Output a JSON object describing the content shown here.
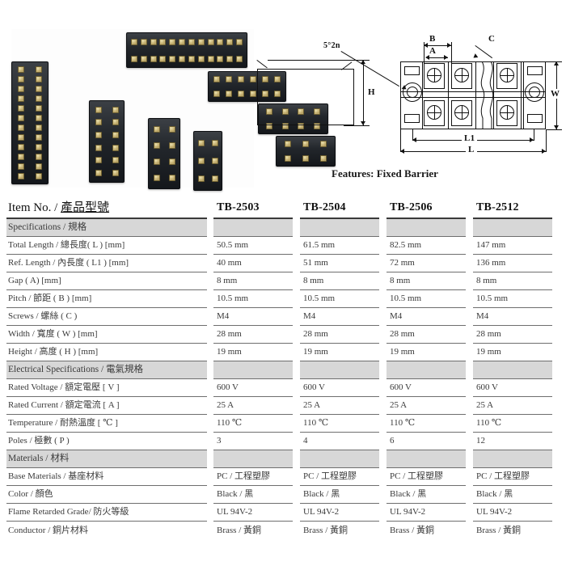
{
  "product_photo": {
    "alt": "terminal-block-product-group-photo",
    "blocks": [
      {
        "id": "tb-12p-horizontal",
        "poles": 12
      },
      {
        "id": "tb-6p-horizontal",
        "poles": 6
      },
      {
        "id": "tb-4p-horizontal",
        "poles": 4
      },
      {
        "id": "tb-3p-horizontal",
        "poles": 3
      },
      {
        "id": "tb-12p-vertical",
        "poles": 12
      },
      {
        "id": "tb-6p-vertical",
        "poles": 6
      },
      {
        "id": "tb-4p-vertical",
        "poles": 4
      },
      {
        "id": "tb-3p-vertical",
        "poles": 3
      }
    ]
  },
  "tech_drawing": {
    "side_view_label_h": "H",
    "top_view_labels": {
      "angle_note": "5°2n",
      "pitch_b": "B",
      "gap_a": "A",
      "screw_c": "C",
      "width_w": "W",
      "ref_length_l1": "L1",
      "total_length_l": "L"
    }
  },
  "features_caption": "Features: Fixed Barrier",
  "table": {
    "header": {
      "label_en": "Item No. /",
      "label_cn": "產品型號",
      "models": [
        "TB-2503",
        "TB-2504",
        "TB-2506",
        "TB-2512"
      ]
    },
    "rows": [
      {
        "type": "section",
        "label": "Specifications /  規格",
        "values": [
          "",
          "",
          "",
          ""
        ]
      },
      {
        "type": "data",
        "label": "Total Length /  總長度( L ) [mm]",
        "values": [
          "50.5 mm",
          "61.5 mm",
          "82.5 mm",
          "147 mm"
        ]
      },
      {
        "type": "data",
        "label": "Ref. Length /  內長度  ( L1 ) [mm]",
        "values": [
          "40 mm",
          "51 mm",
          "72 mm",
          "136 mm"
        ]
      },
      {
        "type": "data",
        "label": "Gap ( A) [mm]",
        "values": [
          "8 mm",
          "8 mm",
          "8 mm",
          "8 mm"
        ]
      },
      {
        "type": "data",
        "label": "Pitch /  節距  ( B ) [mm]",
        "values": [
          "10.5 mm",
          "10.5 mm",
          "10.5 mm",
          "10.5 mm"
        ]
      },
      {
        "type": "data",
        "label": "Screws /  螺絲  ( C )",
        "values": [
          "M4",
          "M4",
          "M4",
          "M4"
        ]
      },
      {
        "type": "data",
        "label": "Width /  寬度  ( W ) [mm]",
        "values": [
          "28 mm",
          "28 mm",
          "28 mm",
          "28 mm"
        ]
      },
      {
        "type": "data",
        "label": "Height /  高度  ( H ) [mm]",
        "values": [
          "19 mm",
          "19 mm",
          "19 mm",
          "19 mm"
        ]
      },
      {
        "type": "section",
        "label": "Electrical Specifications /  電氣規格",
        "values": [
          "",
          "",
          "",
          ""
        ]
      },
      {
        "type": "data",
        "label": "Rated Voltage /  額定電壓  [ V ]",
        "values": [
          "600 V",
          "600 V",
          "600 V",
          "600 V"
        ]
      },
      {
        "type": "data",
        "label": "Rated Current /  額定電流  [ A ]",
        "values": [
          "25 A",
          "25 A",
          "25 A",
          "25 A"
        ]
      },
      {
        "type": "data",
        "label": "Temperature /  耐熱溫度  [ ℃  ]",
        "values": [
          "110  ℃",
          "110  ℃",
          "110  ℃",
          "110  ℃"
        ]
      },
      {
        "type": "data",
        "label": "Poles /  極數  ( P )",
        "values": [
          "3",
          "4",
          "6",
          "12"
        ]
      },
      {
        "type": "section",
        "label": "Materials /  材料",
        "values": [
          "",
          "",
          "",
          ""
        ]
      },
      {
        "type": "data",
        "label": "Base Materials /  基座材料",
        "values": [
          "PC /  工程塑膠",
          "PC /  工程塑膠",
          "PC /  工程塑膠",
          "PC /  工程塑膠"
        ]
      },
      {
        "type": "data",
        "label": "Color /  顏色",
        "values": [
          "Black /  黑",
          "Black /  黑",
          "Black /  黑",
          "Black /  黑"
        ]
      },
      {
        "type": "data",
        "label": "Flame Retarded Grade/  防火等級",
        "values": [
          "UL 94V-2",
          "UL 94V-2",
          "UL 94V-2",
          "UL 94V-2"
        ]
      },
      {
        "type": "data",
        "label": "Conductor /  銅片材料",
        "values": [
          "Brass /  黃銅",
          "Brass /  黃銅",
          "Brass /  黃銅",
          "Brass /  黃銅"
        ]
      }
    ]
  },
  "colors": {
    "section_shade": "#d7d7d7",
    "rule": "#6e6e6e",
    "text": "#3a3a3a",
    "header_text": "#111111",
    "block_body": "#22262b",
    "screw_brass": "#c2ab6a"
  }
}
